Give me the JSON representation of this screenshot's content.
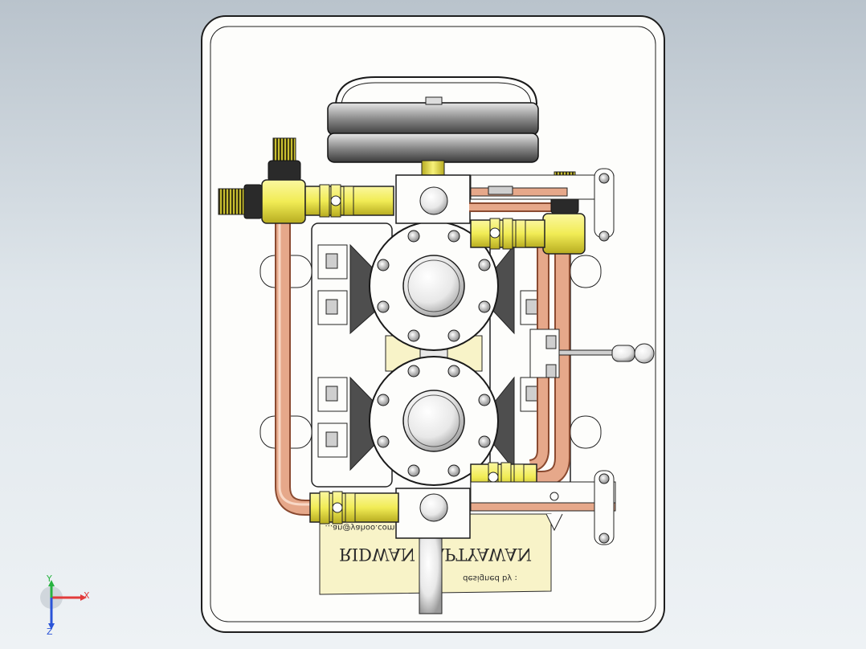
{
  "viewport": {
    "background_top": "#b9c3cc",
    "background_bottom": "#eef2f5"
  },
  "model": {
    "plate_color": "#fdfdfb",
    "brass_color": "#f1ec55",
    "copper_color": "#e6a88a",
    "nameplate_color": "#f8f3c8",
    "nameplate": {
      "line_designed_by": "designed by :",
      "line_name": "RIDWAN SAPTYAWAN",
      "line_email": "...an@yahoo.com"
    }
  },
  "triad": {
    "x_label": "X",
    "y_label": "Y",
    "z_label": "Z",
    "x_color": "#e23b3b",
    "y_color": "#27b340",
    "z_color": "#2a54d8"
  }
}
